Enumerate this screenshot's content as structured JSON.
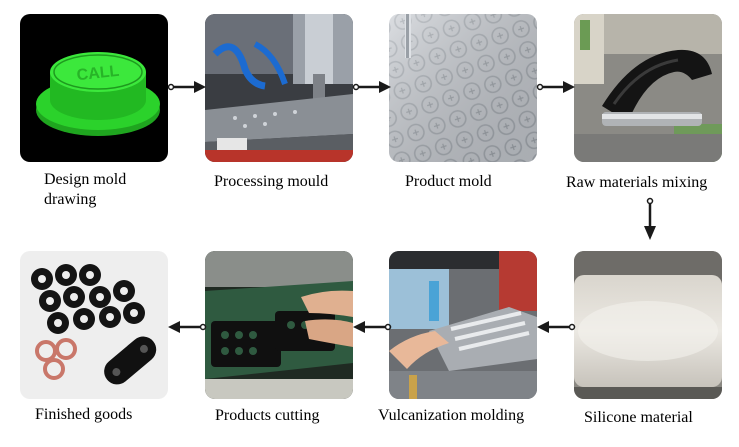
{
  "steps": [
    {
      "label": "Design mold drawing",
      "photo_text": "CALL"
    },
    {
      "label": "Processing mould"
    },
    {
      "label": "Product mold"
    },
    {
      "label": "Raw materials mixing"
    },
    {
      "label": "Silicone material"
    },
    {
      "label": "Vulcanization molding"
    },
    {
      "label": "Products cutting"
    },
    {
      "label": "Finished goods"
    }
  ],
  "colors": {
    "arrow": "#1a1a1a",
    "cad_green": "#2bd22b",
    "cad_background": "#000000",
    "tile_background": "#eeeeee"
  }
}
